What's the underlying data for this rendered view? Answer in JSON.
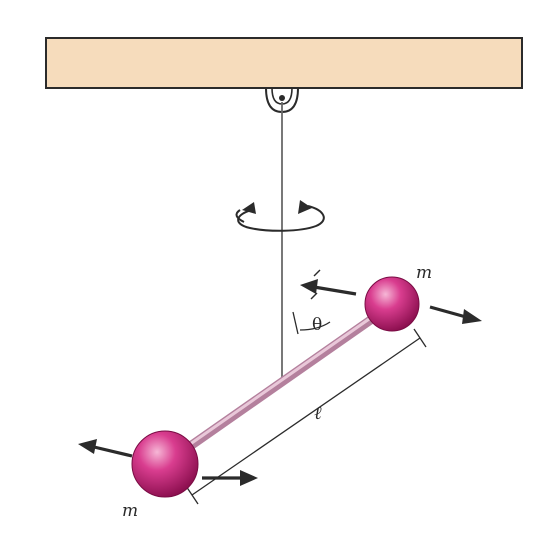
{
  "labels": {
    "mass_top": "m",
    "mass_bottom": "m",
    "angle": "θ",
    "length": "ℓ"
  },
  "colors": {
    "ceiling": "#f6dcbc",
    "ceiling_edge": "#2b2b2b",
    "rod": "#cf9cb6",
    "mass": "#c61f7a",
    "mass_highlight": "#f3a6cc",
    "ink": "#2b2b2b"
  }
}
